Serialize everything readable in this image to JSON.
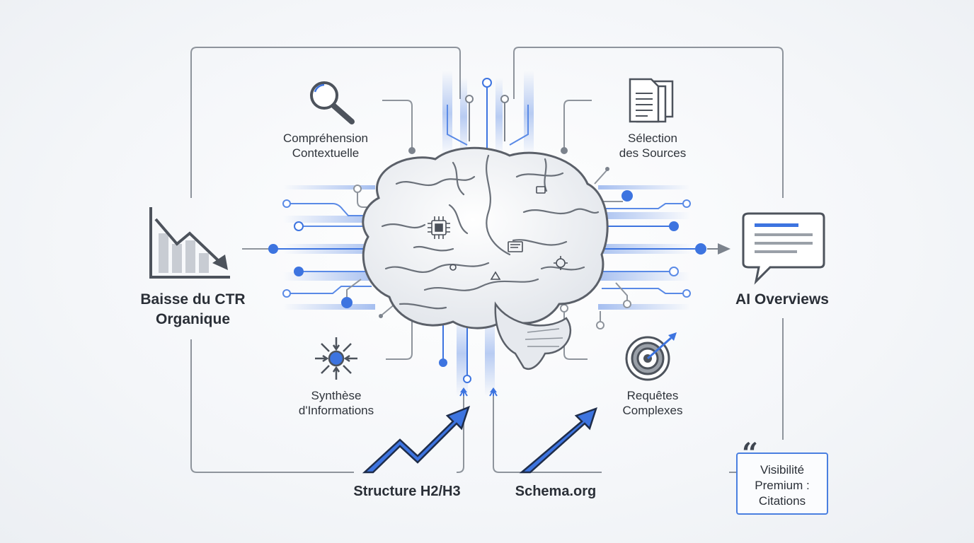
{
  "labels": {
    "top_left": [
      "Compréhension",
      "Contextuelle"
    ],
    "top_right": [
      "Sélection",
      "des Sources"
    ],
    "left": [
      "Baisse du CTR",
      "Organique"
    ],
    "right": "AI Overviews",
    "bottom_left": [
      "Synthèse",
      "d'Informations"
    ],
    "bottom_right": [
      "Requêtes",
      "Complexes"
    ],
    "bottom_center_left": "Structure H2/H3",
    "bottom_center_right": "Schema.org",
    "quote": [
      "Visibilité",
      "Premium :",
      "Citations"
    ]
  },
  "icons": {
    "top_left": "magnifier-icon",
    "top_right": "documents-icon",
    "left": "declining-chart-icon",
    "right": "speech-bubble-icon",
    "bottom_left": "convergence-icon",
    "bottom_right": "target-icon",
    "center": "brain-icon",
    "quote": "quote-icon"
  },
  "colors": {
    "accent": "#3d74e0",
    "line": "#8a9099",
    "text": "#2b2f36"
  }
}
